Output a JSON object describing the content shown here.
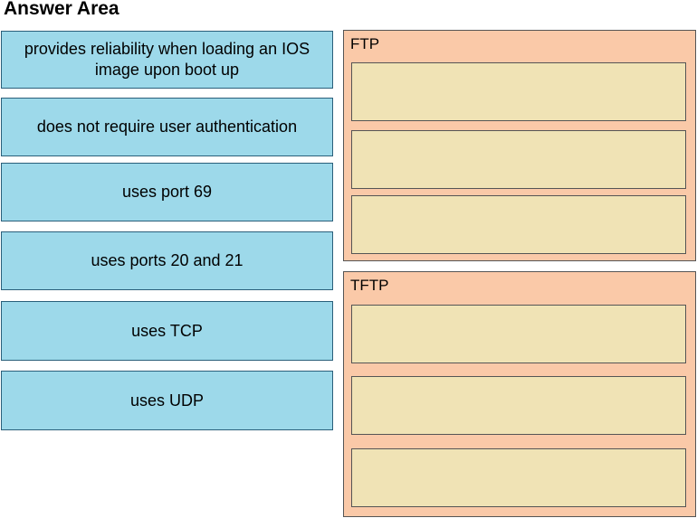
{
  "title": "Answer Area",
  "options": [
    {
      "label": "provides reliability when loading an IOS image upon boot up"
    },
    {
      "label": "does not require user authentication"
    },
    {
      "label": "uses port 69"
    },
    {
      "label": "uses ports 20 and 21"
    },
    {
      "label": "uses TCP"
    },
    {
      "label": "uses UDP"
    }
  ],
  "targets": [
    {
      "label": "FTP"
    },
    {
      "label": "TFTP"
    }
  ],
  "colors": {
    "option_bg": "#9dd9ea",
    "target_bg": "#fac9a8",
    "slot_bg": "#f0e3b5"
  }
}
